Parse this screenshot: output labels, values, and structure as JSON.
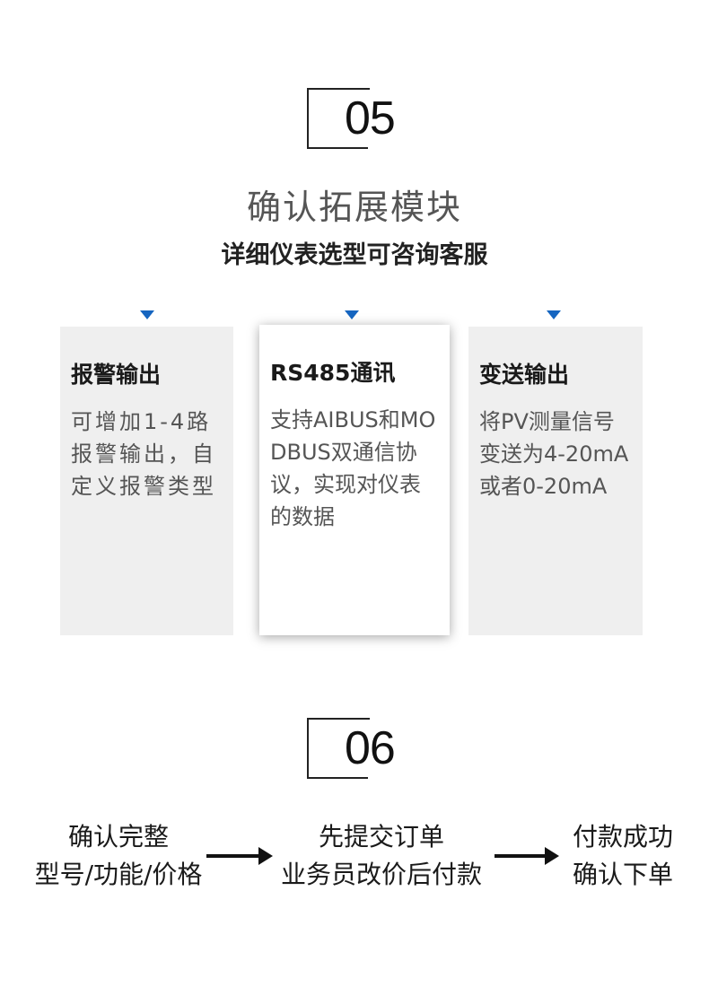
{
  "step5": {
    "number": "05",
    "title": "确认拓展模块",
    "subtitle": "详细仪表选型可咨询客服",
    "cards": [
      {
        "title": "报警输出",
        "text": "可增加1-4路报警输出，自定义报警类型"
      },
      {
        "title": "RS485通讯",
        "text": "支持AIBUS和MODBUS双通信协议，实现对仪表的数据"
      },
      {
        "title": "变送输出",
        "text": "将PV测量信号变送为4-20mA或者0-20mA"
      }
    ]
  },
  "step6": {
    "number": "06",
    "flow": [
      {
        "line1": "确认完整",
        "line2": "型号/功能/价格"
      },
      {
        "line1": "先提交订单",
        "line2": "业务员改价后付款"
      },
      {
        "line1": "付款成功",
        "line2": "确认下单"
      }
    ]
  },
  "colors": {
    "accent": "#1565c0",
    "card_bg": "#efefef",
    "text_dark": "#1a1a1a",
    "text_gray": "#555555"
  }
}
